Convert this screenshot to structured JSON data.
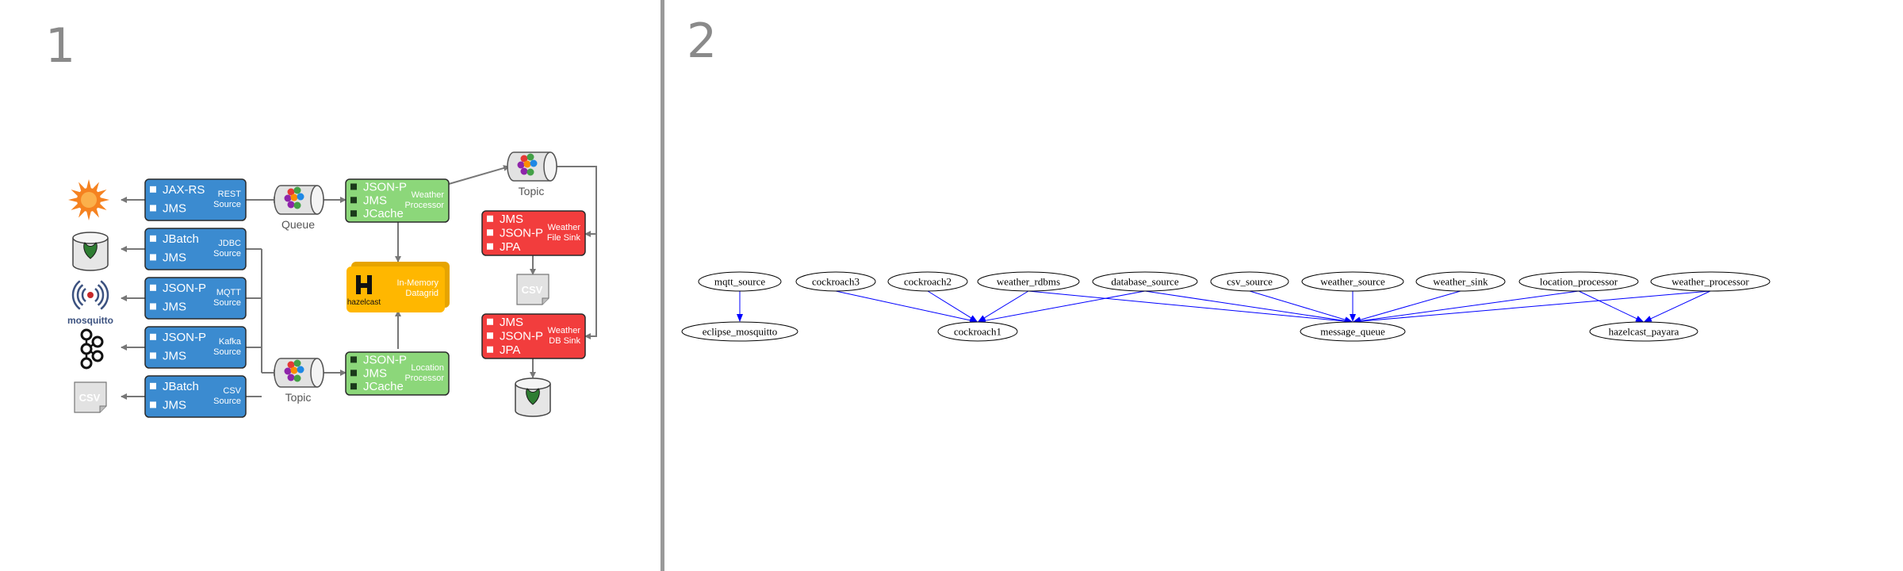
{
  "panels": [
    {
      "number": "1"
    },
    {
      "number": "2"
    }
  ],
  "left_diagram": {
    "sources": [
      {
        "techs": [
          "JAX-RS",
          "JMS"
        ],
        "desc": [
          "REST",
          "Source"
        ],
        "icon": "sun-icon"
      },
      {
        "techs": [
          "JBatch",
          "JMS"
        ],
        "desc": [
          "JDBC",
          "Source"
        ],
        "icon": "database-icon"
      },
      {
        "techs": [
          "JSON-P",
          "JMS"
        ],
        "desc": [
          "MQTT",
          "Source"
        ],
        "icon": "mosquitto-logo"
      },
      {
        "techs": [
          "JSON-P",
          "JMS"
        ],
        "desc": [
          "Kafka",
          "Source"
        ],
        "icon": "kafka-logo"
      },
      {
        "techs": [
          "JBatch",
          "JMS"
        ],
        "desc": [
          "CSV",
          "Source"
        ],
        "icon": "csv-file-icon"
      }
    ],
    "mosquitto_label": "mosquitto",
    "csv_icon_label": "CSV",
    "queue_label": "Queue",
    "topic_label": "Topic",
    "processors": [
      {
        "techs": [
          "JSON-P",
          "JMS",
          "JCache"
        ],
        "desc": [
          "Weather",
          "Processor"
        ]
      },
      {
        "techs": [
          "JSON-P",
          "JMS",
          "JCache"
        ],
        "desc": [
          "Location",
          "Processor"
        ]
      }
    ],
    "datagrid": {
      "brand": "hazelcast",
      "desc": [
        "In-Memory",
        "Datagrid"
      ]
    },
    "sinks": [
      {
        "techs": [
          "JMS",
          "JSON-P",
          "JPA"
        ],
        "desc": [
          "Weather",
          "File Sink"
        ],
        "icon": "csv-file-icon"
      },
      {
        "techs": [
          "JMS",
          "JSON-P",
          "JPA"
        ],
        "desc": [
          "Weather",
          "DB Sink"
        ],
        "icon": "database-icon"
      }
    ],
    "colors": {
      "source_blue": "#3b8bd0",
      "processor_green": "#8cd77a",
      "sink_red": "#f23d3d",
      "datagrid_yellow": "#ffb700",
      "arrow_gray": "#777777"
    }
  },
  "graph": {
    "top_nodes": [
      "mqtt_source",
      "cockroach3",
      "cockroach2",
      "weather_rdbms",
      "database_source",
      "csv_source",
      "weather_source",
      "weather_sink",
      "location_processor",
      "weather_processor"
    ],
    "bottom_nodes": [
      "eclipse_mosquitto",
      "cockroach1",
      "message_queue",
      "hazelcast_payara"
    ],
    "edges": [
      [
        "mqtt_source",
        "eclipse_mosquitto"
      ],
      [
        "cockroach3",
        "cockroach1"
      ],
      [
        "cockroach2",
        "cockroach1"
      ],
      [
        "weather_rdbms",
        "cockroach1"
      ],
      [
        "database_source",
        "cockroach1"
      ],
      [
        "weather_rdbms",
        "message_queue"
      ],
      [
        "database_source",
        "message_queue"
      ],
      [
        "csv_source",
        "message_queue"
      ],
      [
        "weather_source",
        "message_queue"
      ],
      [
        "weather_sink",
        "message_queue"
      ],
      [
        "location_processor",
        "message_queue"
      ],
      [
        "weather_processor",
        "message_queue"
      ],
      [
        "location_processor",
        "hazelcast_payara"
      ],
      [
        "weather_processor",
        "hazelcast_payara"
      ]
    ],
    "edge_color": "#0000ff"
  }
}
